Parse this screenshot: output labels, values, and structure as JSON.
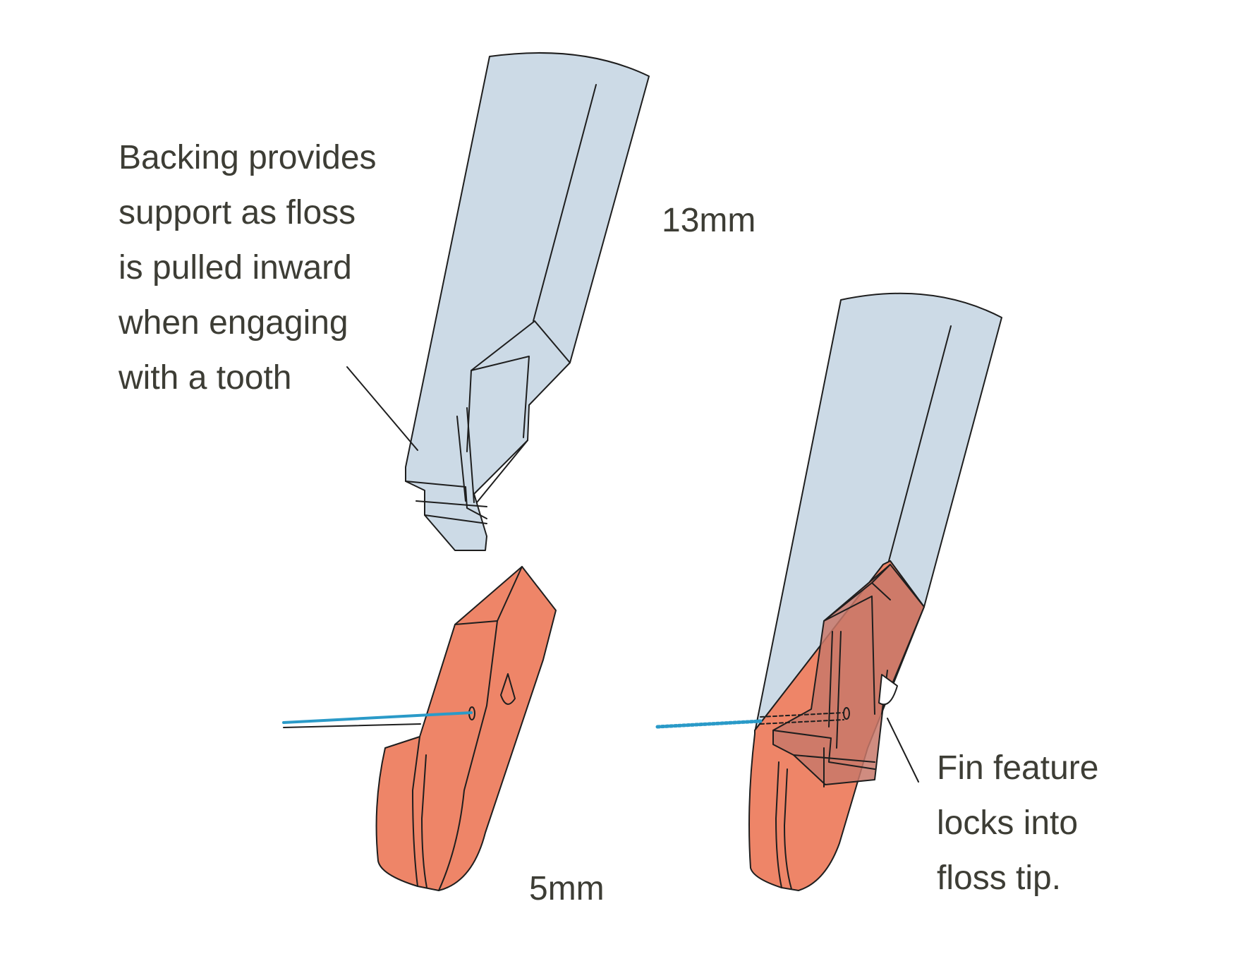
{
  "labels": {
    "backing": [
      "Backing provides",
      "support as floss",
      "is pulled inward",
      "when engaging",
      "with a tooth"
    ],
    "fin": [
      "Fin feature",
      "locks into",
      "floss tip."
    ],
    "dim_top": "13mm",
    "dim_bottom": "5mm"
  },
  "colors": {
    "handle": "#ccdae6",
    "tip": "#ee8568",
    "tip_overlay": "#c8786a",
    "floss": "#2a9ac8",
    "outline": "#1e1e1e",
    "text": "#3d3d35"
  }
}
